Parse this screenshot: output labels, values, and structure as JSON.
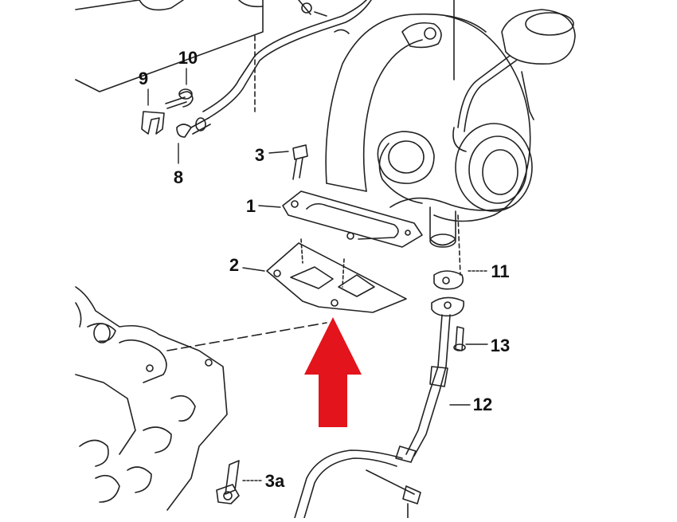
{
  "diagram": {
    "labels": {
      "part_1": "1",
      "part_2": "2",
      "part_3": "3",
      "part_3a": "3a",
      "part_8": "8",
      "part_9": "9",
      "part_10": "10",
      "part_11": "11",
      "part_12": "12",
      "part_13": "13"
    },
    "colors": {
      "line": "#222222",
      "arrow": "#e3141b",
      "background": "#ffffff"
    }
  }
}
